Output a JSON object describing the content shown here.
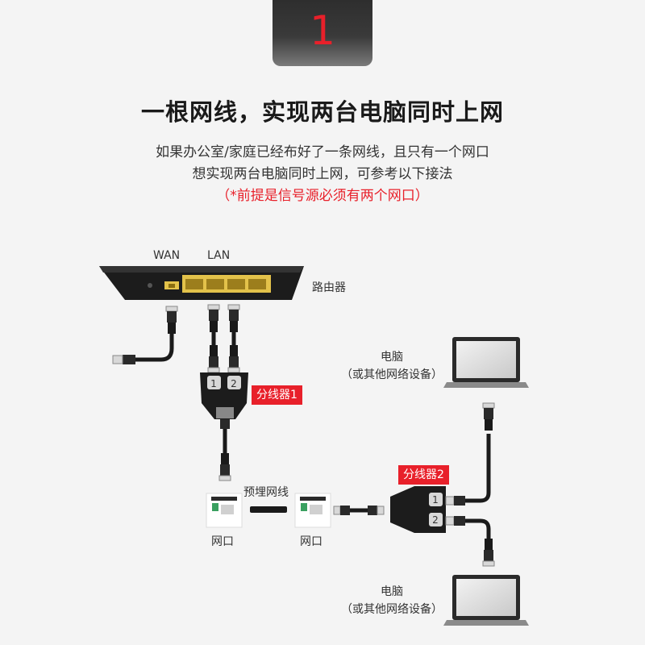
{
  "step": {
    "number": "1"
  },
  "title": "一根网线，实现两台电脑同时上网",
  "description": {
    "line1": "如果办公室/家庭已经布好了一条网线，且只有一个网口",
    "line2": "想实现两台电脑同时上网，可参考以下接法",
    "note": "（*前提是信号源必须有两个网口）"
  },
  "diagram": {
    "router": {
      "label": "路由器",
      "wan_label": "WAN",
      "lan_label": "LAN"
    },
    "splitter1": {
      "label": "分线器1"
    },
    "splitter2": {
      "label": "分线器2"
    },
    "wall_port_left": {
      "label": "网口"
    },
    "wall_port_right": {
      "label": "网口"
    },
    "buried_cable": {
      "label": "预埋网线"
    },
    "computer_top": {
      "label": "电脑",
      "sublabel": "（或其他网络设备）"
    },
    "computer_bottom": {
      "label": "电脑",
      "sublabel": "（或其他网络设备）"
    },
    "colors": {
      "accent": "#e8202a",
      "device": "#1c1c1c",
      "lan_port": "#e3c24a"
    }
  }
}
